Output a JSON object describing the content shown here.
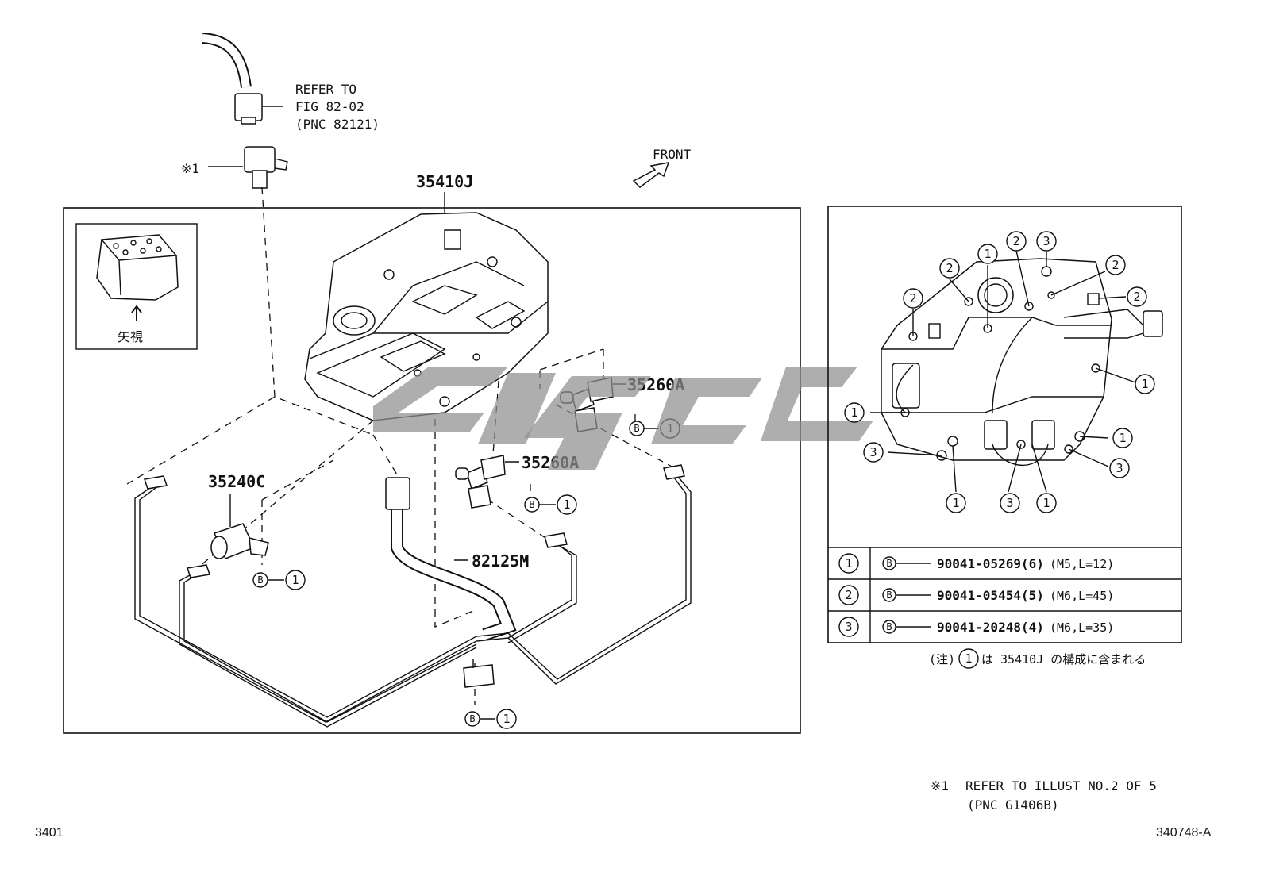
{
  "refer_to": [
    "REFER TO",
    "FIG 82-02",
    "(PNC 82121)"
  ],
  "note_mark": "※1",
  "front_label": "FRONT",
  "view_label": "矢視",
  "parts": {
    "valve_body": "35410J",
    "solenoid_upper": "35260A",
    "solenoid_lower": "35260A",
    "solenoid_left": "35240C",
    "wire_harness": "82125M"
  },
  "callout_b": "B",
  "callout_1": "1",
  "detail_callouts": [
    "1",
    "2",
    "3"
  ],
  "bolt_table": [
    {
      "no": "1",
      "b": "B",
      "part": "90041-05269(6)",
      "spec": "(M5,L=12)"
    },
    {
      "no": "2",
      "b": "B",
      "part": "90041-05454(5)",
      "spec": "(M6,L=45)"
    },
    {
      "no": "3",
      "b": "B",
      "part": "90041-20248(4)",
      "spec": "(M6,L=35)"
    }
  ],
  "note_jp": {
    "prefix": "(注)",
    "num": "1",
    "text": "は 35410J の構成に含まれる"
  },
  "footnote": {
    "mark": "※1",
    "line1": "REFER TO ILLUST NO.2 OF 5",
    "line2": "(PNC G1406B)"
  },
  "page_left": "3401",
  "page_right": "340748-A"
}
